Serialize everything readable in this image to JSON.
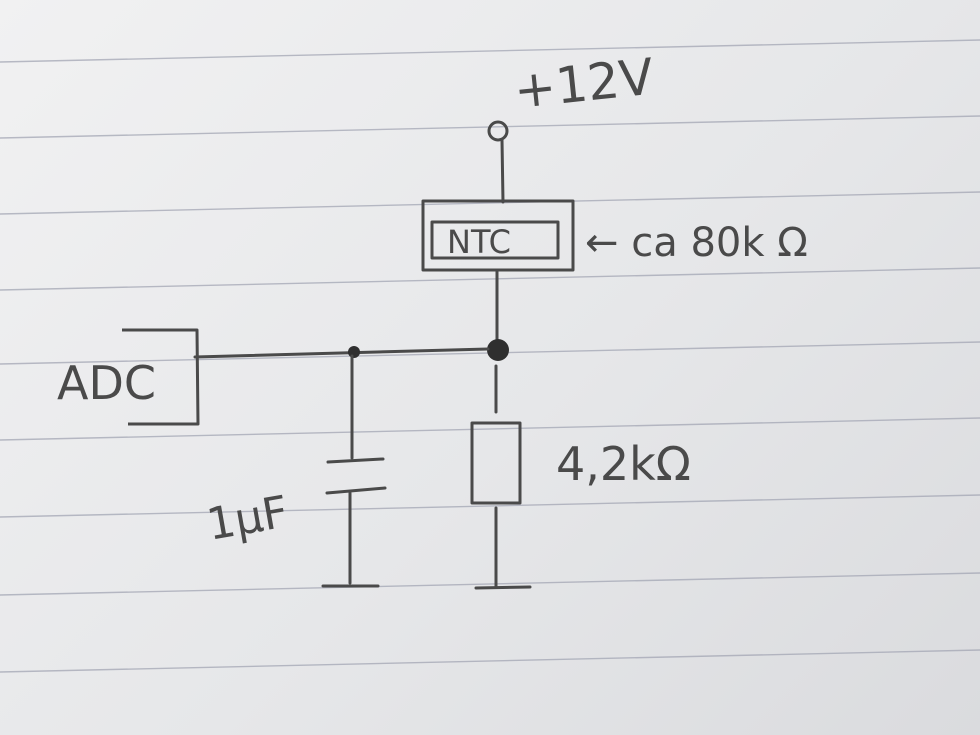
{
  "diagram": {
    "supply_label": "+12V",
    "ntc_label": "NTC",
    "ntc_value": "← ca 80k Ω",
    "adc_label": "ADC",
    "capacitor_label": "1µF",
    "resistor_label": "4,2kΩ"
  },
  "colors": {
    "paper": "#e9e9ea",
    "ruling": "#a3a6b4",
    "pencil": "#4a4a4a"
  }
}
